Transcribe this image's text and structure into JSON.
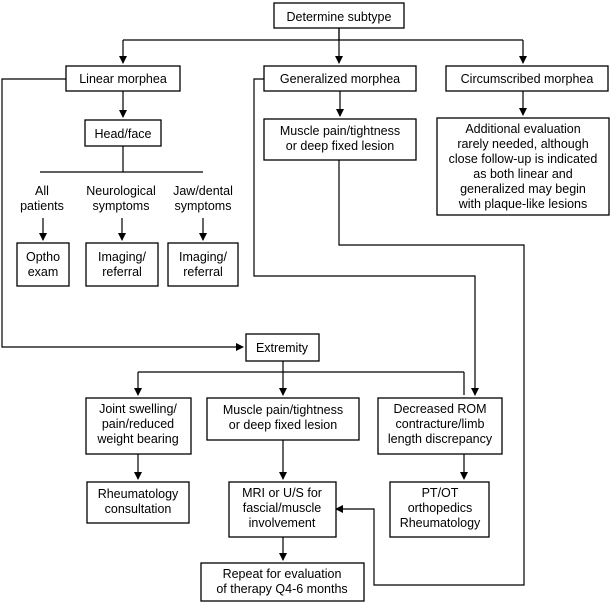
{
  "diagram": {
    "nodes": {
      "determine_subtype": [
        "Determine subtype"
      ],
      "linear": [
        "Linear morphea"
      ],
      "generalized": [
        "Generalized morphea"
      ],
      "circumscribed": [
        "Circumscribed morphea"
      ],
      "head_face": [
        "Head/face"
      ],
      "gen_muscle": [
        "Muscle pain/tightness",
        "or deep fixed lesion"
      ],
      "circ_eval": [
        "Additional evaluation",
        "rarely needed, although",
        "close follow-up is indicated",
        "as both linear and",
        "generalized may begin",
        "with plaque-like lesions"
      ],
      "ortho_exam": [
        "Optho",
        "exam"
      ],
      "imaging_neuro": [
        "Imaging/",
        "referral"
      ],
      "imaging_jaw": [
        "Imaging/",
        "referral"
      ],
      "extremity": [
        "Extremity"
      ],
      "joint_swelling": [
        "Joint swelling/",
        "pain/reduced",
        "weight bearing"
      ],
      "ext_muscle": [
        "Muscle pain/tightness",
        "or deep fixed lesion"
      ],
      "decreased_rom": [
        "Decreased ROM",
        "contracture/limb",
        "length discrepancy"
      ],
      "rheum_consult": [
        "Rheumatology",
        "consultation"
      ],
      "mri_us": [
        "MRI or U/S for",
        "fascial/muscle",
        "involvement"
      ],
      "pt_ot": [
        "PT/OT",
        "orthopedics",
        "Rheumatology"
      ],
      "repeat_eval": [
        "Repeat for evaluation",
        "of therapy Q4-6 months"
      ]
    },
    "labels": {
      "all_patients": [
        "All",
        "patients"
      ],
      "neuro_symptoms": [
        "Neurological",
        "symptoms"
      ],
      "jaw_symptoms": [
        "Jaw/dental",
        "symptoms"
      ]
    }
  }
}
